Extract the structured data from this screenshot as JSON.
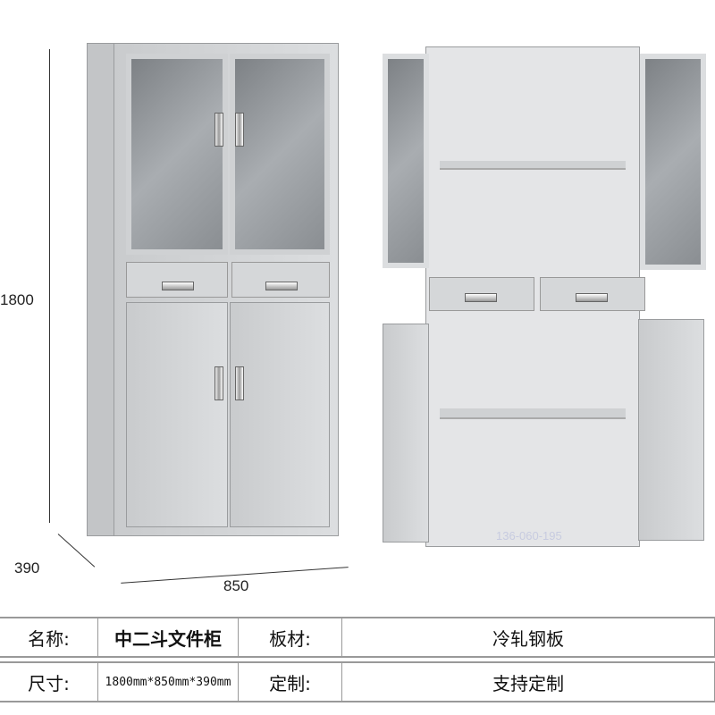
{
  "dimensions": {
    "height": "1800",
    "depth": "390",
    "width": "850"
  },
  "watermark": "136-060-195",
  "specs": {
    "rows": [
      {
        "label1": "名称:",
        "value1": "中二斗文件柜",
        "label2": "板材:",
        "value2": "冷轧钢板"
      },
      {
        "label1": "尺寸:",
        "value1": "1800mm*850mm*390mm",
        "label2": "定制:",
        "value2": "支持定制"
      }
    ]
  },
  "colors": {
    "cabinet": "#d5d7d9",
    "glass": "#8a8e92"
  }
}
